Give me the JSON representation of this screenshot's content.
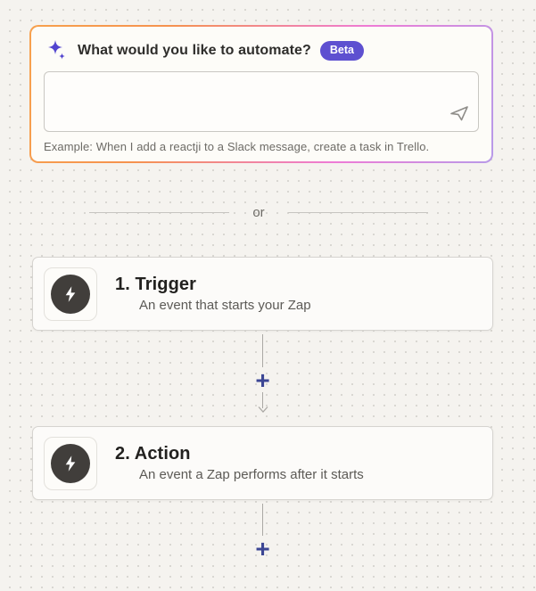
{
  "ai_card": {
    "title": "What would you like to automate?",
    "badge_label": "Beta",
    "input_value": "",
    "example_text": "Example: When I add a reactji to a Slack message, create a task in Trello."
  },
  "divider": {
    "label": "or"
  },
  "steps": [
    {
      "title": "1. Trigger",
      "subtitle": "An event that starts your Zap"
    },
    {
      "title": "2. Action",
      "subtitle": "An event a Zap performs after it starts"
    }
  ],
  "connectors": {
    "plus": "+"
  },
  "icons": {
    "sparkle": "sparkle-icon",
    "send": "send-icon",
    "bolt": "lightning-bolt-icon",
    "plus": "plus-icon",
    "arrow_down": "arrow-down-icon"
  },
  "colors": {
    "background": "#f5f3ef",
    "badge_bg": "#5e50d0",
    "sparkle": "#5244cf",
    "plus": "#3c4694",
    "step_icon_circle": "#413e3b",
    "card_gradient": [
      "#f7a14e",
      "#ee7bd6",
      "#b89ae8"
    ]
  }
}
